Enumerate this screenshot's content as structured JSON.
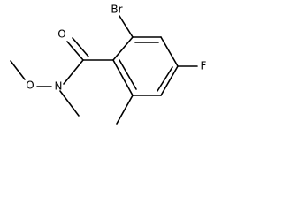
{
  "molecule": {
    "atoms": {
      "bromine": "Br",
      "oxygen_carbonyl": "O",
      "fluorine": "F",
      "nitrogen": "N",
      "oxygen_methoxy": "O"
    }
  }
}
